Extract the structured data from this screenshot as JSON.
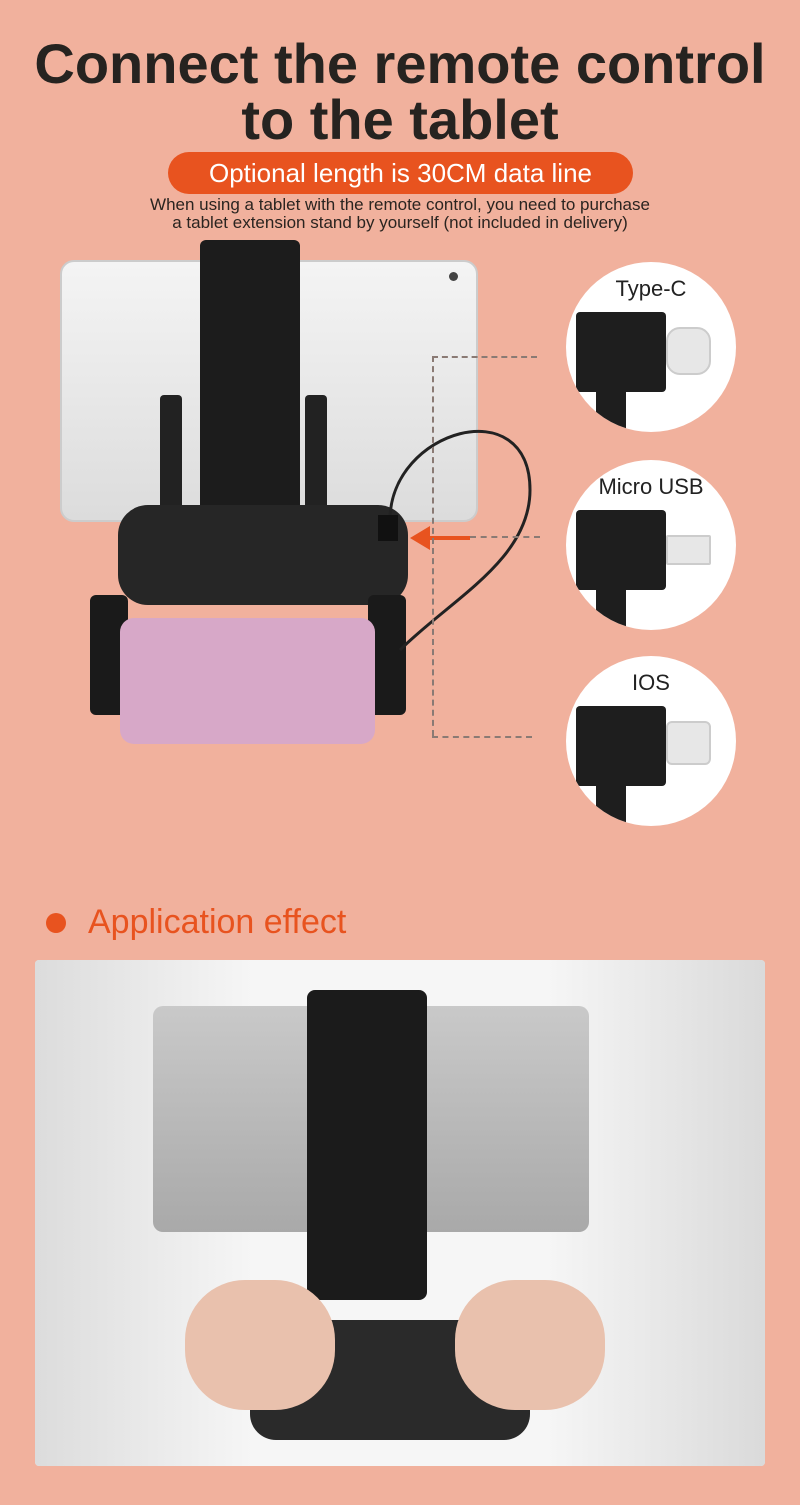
{
  "header": {
    "title_line1": "Connect the remote control",
    "title_line2": "to the tablet"
  },
  "badge": {
    "label": "Optional length is 30CM data line",
    "color": "#e8531f"
  },
  "note": {
    "line1": "When using a tablet with the remote control, you need to purchase",
    "line2": "a tablet extension stand by yourself (not included in delivery)"
  },
  "connectors": [
    {
      "label": "Type-C"
    },
    {
      "label": "Micro USB"
    },
    {
      "label": "IOS"
    }
  ],
  "section": {
    "title": "Application effect"
  },
  "colors": {
    "background": "#f1b19d",
    "accent": "#e8531f"
  }
}
